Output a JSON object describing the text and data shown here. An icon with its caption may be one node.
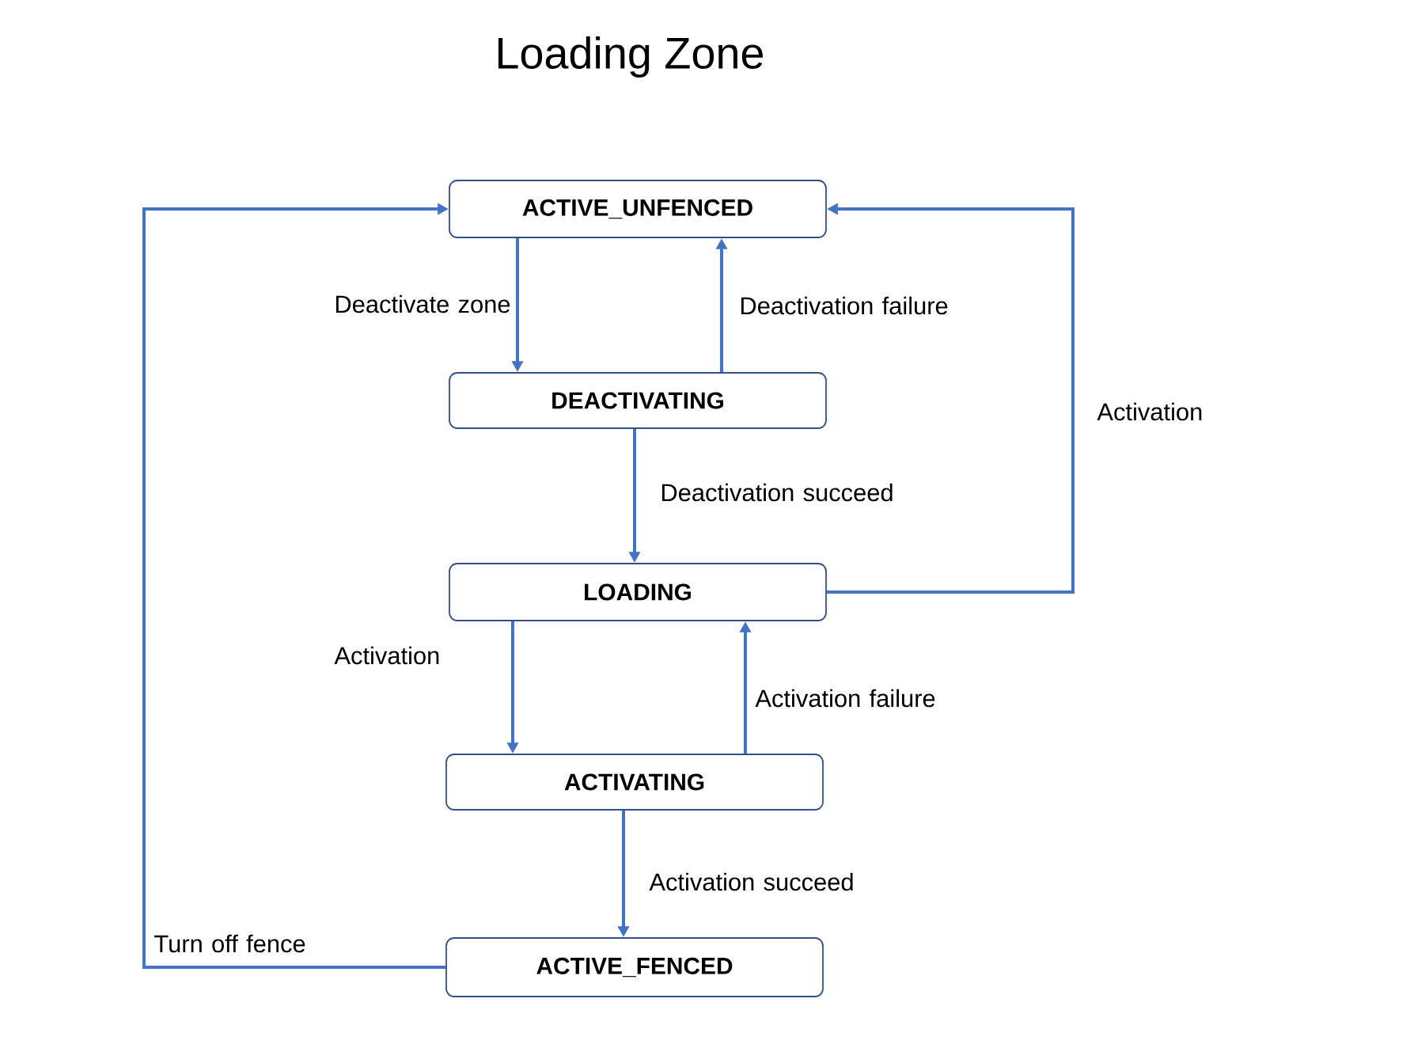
{
  "diagram": {
    "title": "Loading Zone",
    "nodes": [
      {
        "text": [
          "ACTIVE_UNFENCED"
        ]
      },
      {
        "text": [
          "DEACTIVATING"
        ]
      },
      {
        "text": [
          "LOADING"
        ]
      },
      {
        "text": [
          "ACTIVATING"
        ]
      },
      {
        "text": [
          "ACTIVE_FENCED"
        ]
      }
    ],
    "edges": [
      {
        "from": 0,
        "to": 1,
        "arrow": "to",
        "label": "Deactivate zone"
      },
      {
        "from": 1,
        "to": 0,
        "arrow": "to",
        "label": "Deactivation failure"
      },
      {
        "from": 1,
        "to": 2,
        "arrow": "to",
        "label": "Deactivation succeed"
      },
      {
        "from": 2,
        "to": 0,
        "arrow": "to",
        "label": "Activation"
      },
      {
        "from": 2,
        "to": 3,
        "arrow": "to",
        "label": "Activation"
      },
      {
        "from": 3,
        "to": 2,
        "arrow": "to",
        "label": "Activation failure"
      },
      {
        "from": 3,
        "to": 4,
        "arrow": "to",
        "label": "Activation succeed"
      },
      {
        "from": 4,
        "to": 0,
        "arrow": "to",
        "label": "Turn off fence"
      }
    ]
  }
}
